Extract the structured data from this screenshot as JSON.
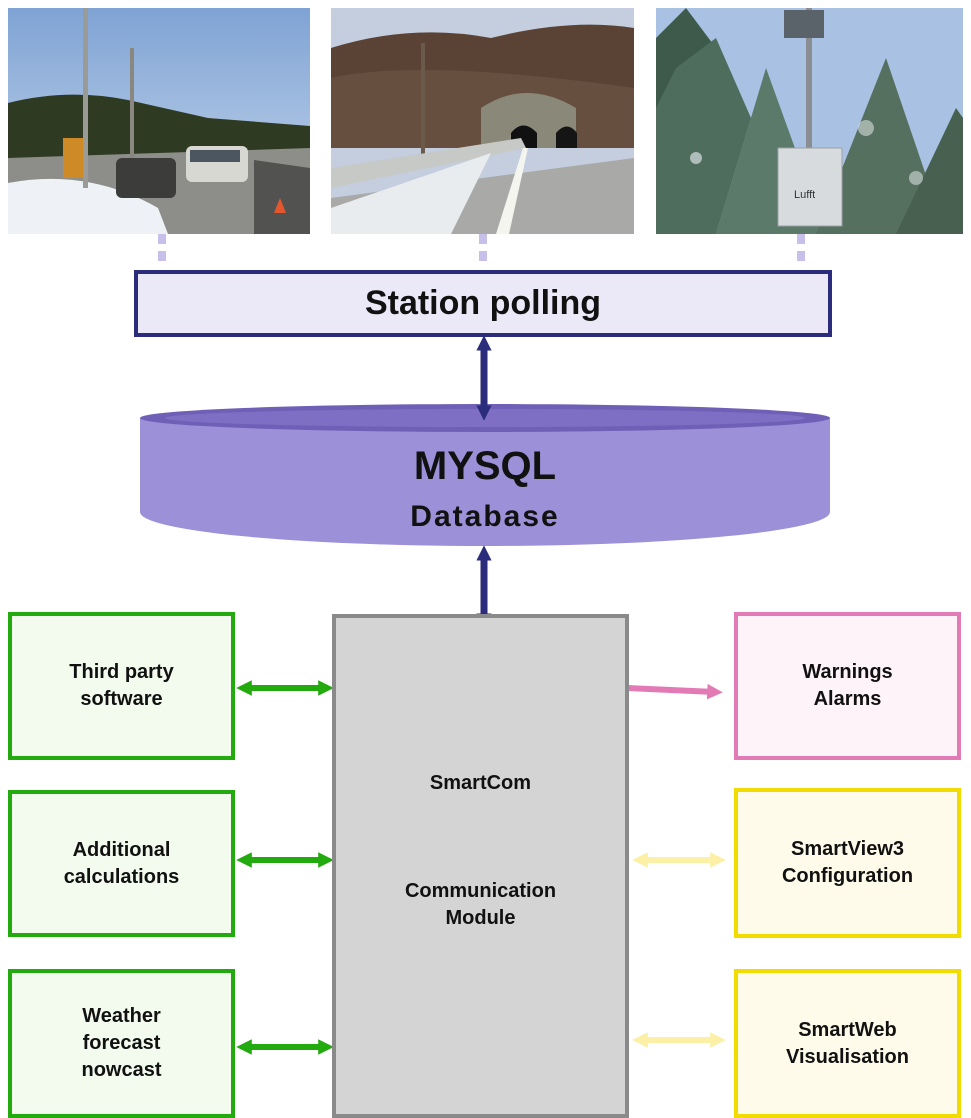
{
  "photos": [
    {
      "subject": "roadside weather station with vehicles in snow"
    },
    {
      "subject": "snowy road bridge leading to a tunnel"
    },
    {
      "subject": "weather station mast among snowy fir trees",
      "sign": "Lufft"
    }
  ],
  "station_polling": {
    "label": "Station polling"
  },
  "database": {
    "title": "MYSQL",
    "subtitle": "Database"
  },
  "central_module": {
    "name": "SmartCom",
    "desc": "Communication\nModule"
  },
  "left_boxes": [
    {
      "label": "Third party\nsoftware"
    },
    {
      "label": "Additional\ncalculations"
    },
    {
      "label": "Weather\nforecast\nnowcast"
    }
  ],
  "right_boxes": [
    {
      "label": "Warnings\nAlarms",
      "color": "#e27ab6"
    },
    {
      "label": "SmartView3\nConfiguration",
      "color": "#f2dc00"
    },
    {
      "label": "SmartWeb\nVisualisation",
      "color": "#f2dc00"
    }
  ],
  "colors": {
    "navy": "#2b2d7c",
    "database": "#9c90d8",
    "green": "#22aa0e",
    "pink": "#e27ab6",
    "yellow_arrow": "#fbf0a6",
    "gray": "#d4d4d4"
  }
}
